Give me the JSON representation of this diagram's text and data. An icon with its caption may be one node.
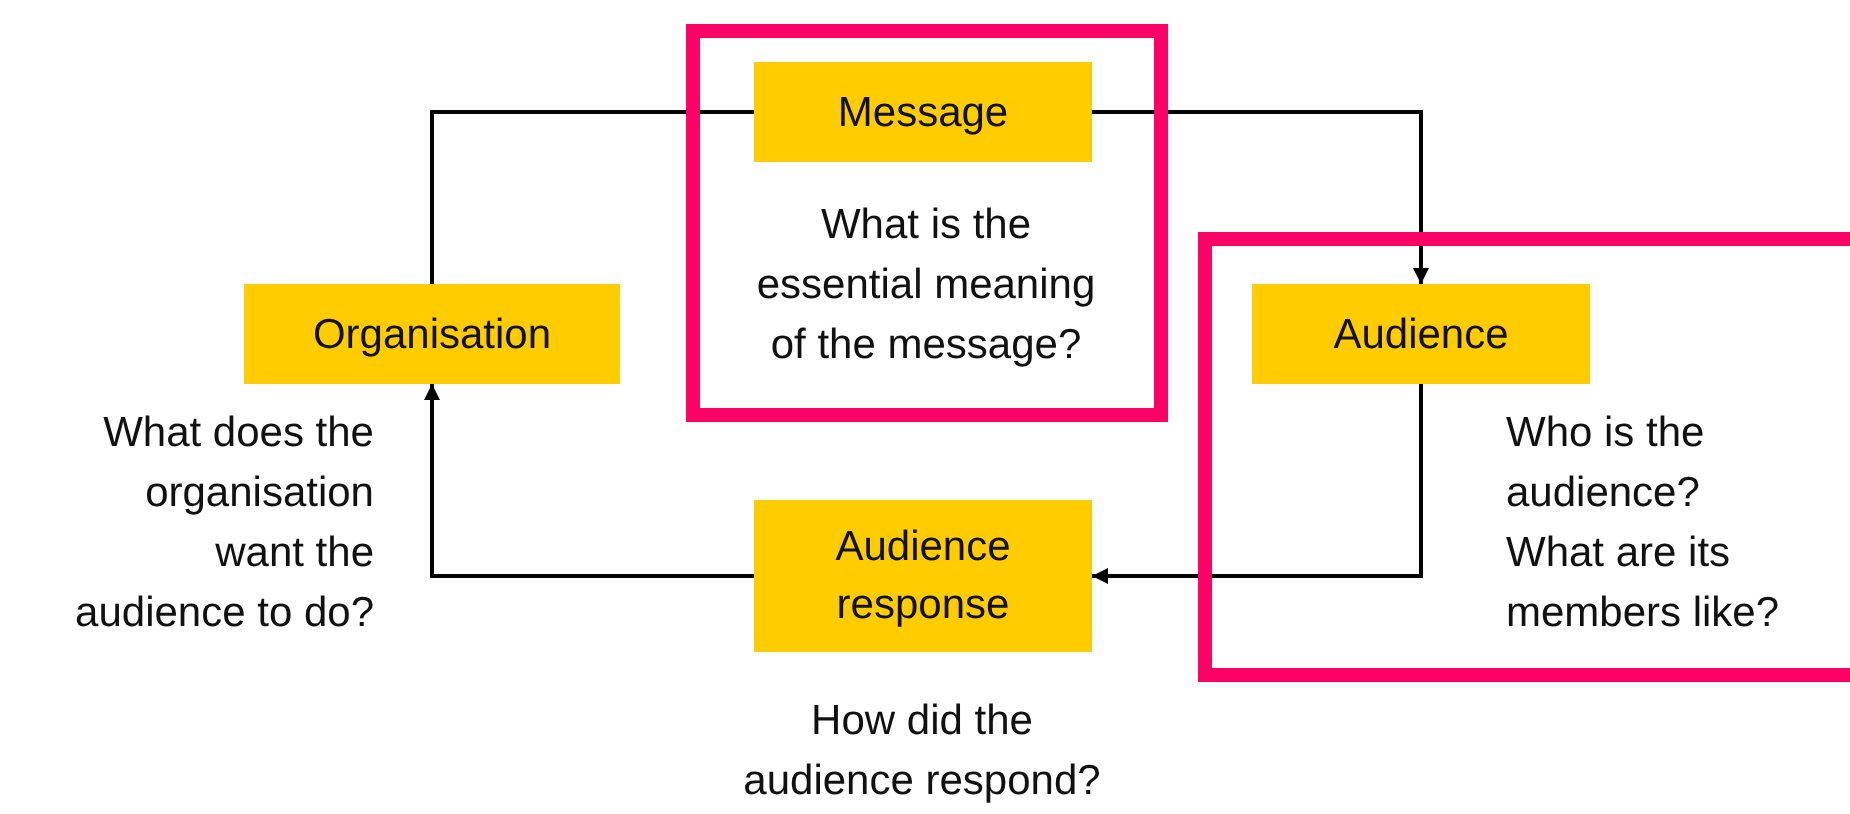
{
  "diagram": {
    "nodes": [
      {
        "text": [
          "What is the essential meaning of the message?"
        ]
      },
      {
        "text": [
          "Message"
        ],
        "in": 0
      },
      {
        "text": [
          "Organisation"
        ],
        "beside": [
          "What does the organisation want the audience to do?"
        ]
      },
      {
        "text": [
          "Who is the audience? What are its members like?"
        ]
      },
      {
        "text": [
          "Audience"
        ],
        "in": 3
      },
      {
        "text": [
          "Audience response"
        ],
        "beside": [
          "How did the audience respond?"
        ]
      }
    ],
    "edges": [
      {
        "from": 2,
        "to": 1,
        "arrow": "none"
      },
      {
        "from": 1,
        "to": 4,
        "arrow": "to"
      },
      {
        "from": 4,
        "to": 5,
        "arrow": "to"
      },
      {
        "from": 5,
        "to": 2,
        "arrow": "to"
      }
    ]
  }
}
